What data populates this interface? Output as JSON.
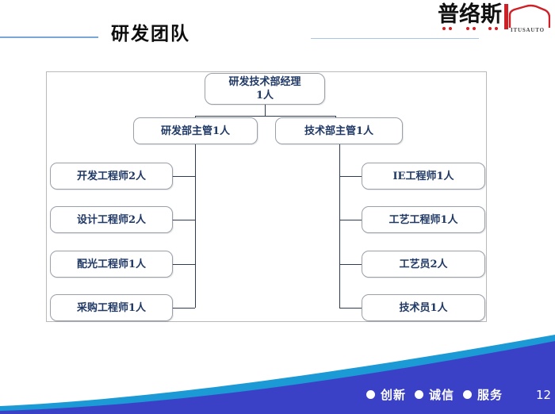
{
  "header": {
    "title": "研发团队",
    "divider_color": "#7ba7d7"
  },
  "logo": {
    "brand_cn": "普络斯",
    "brand_en": "ITUSAUTO",
    "accent_color": "#cf2027",
    "text_color": "#111111"
  },
  "org_chart": {
    "manager": "研发技术部经理\n1人",
    "manager_line1": "研发技术部经理",
    "manager_line2": "1人",
    "supervisors": [
      {
        "label": "研发部主管1人"
      },
      {
        "label": "技术部主管1人"
      }
    ],
    "left_reports": [
      {
        "label": "开发工程师2人"
      },
      {
        "label": "设计工程师2人"
      },
      {
        "label": "配光工程师1人"
      },
      {
        "label": "采购工程师1人"
      }
    ],
    "right_reports": [
      {
        "label": "IE工程师1人"
      },
      {
        "label": "工艺工程师1人"
      },
      {
        "label": "工艺员2人"
      },
      {
        "label": "技术员1人"
      }
    ],
    "node_text_color": "#1f3864",
    "node_border_color": "#9aa0aa",
    "connector_color": "#2f3b52"
  },
  "footer": {
    "items": [
      "创新",
      "诚信",
      "服务"
    ],
    "page_number": "12",
    "wave_light_color": "#1b9ad6",
    "wave_dark_color": "#3b41c7"
  }
}
